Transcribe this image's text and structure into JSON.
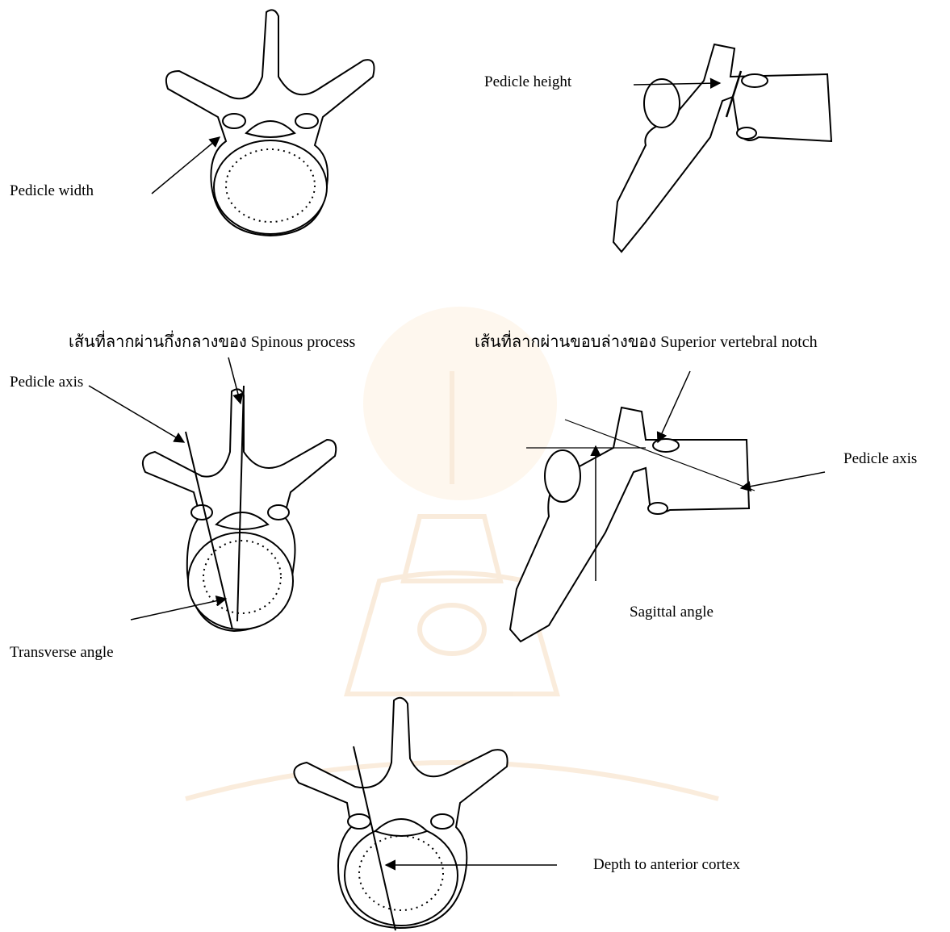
{
  "labels": {
    "pedicle_width": "Pedicle width",
    "pedicle_height": "Pedicle height",
    "spinous_line": "เส้นที่ลากผ่านกึ่งกลางของ Spinous process",
    "notch_line": "เส้นที่ลากผ่านขอบล่างของ Superior vertebral notch",
    "pedicle_axis_left": "Pedicle axis",
    "pedicle_axis_right": "Pedicle axis",
    "sagittal_angle": "Sagittal angle",
    "transverse_angle": "Transverse angle",
    "depth_anterior_cortex": "Depth to anterior cortex"
  },
  "colors": {
    "ink": "#000000",
    "watermark": "#f3d9b8"
  },
  "icons": [
    "vertebra-superior-view",
    "vertebra-lateral-view",
    "arrow-icon",
    "watermark-emblem"
  ]
}
